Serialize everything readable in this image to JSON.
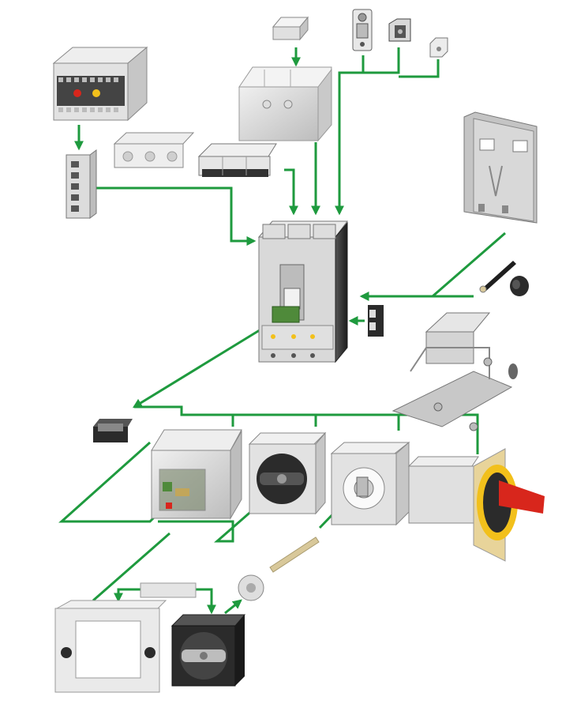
{
  "diagram": {
    "components": [
      {
        "name": "cover-plug",
        "label": ""
      },
      {
        "name": "terminal-lug",
        "label": ""
      },
      {
        "name": "box-terminal",
        "label": ""
      },
      {
        "name": "small-clip",
        "label": ""
      },
      {
        "name": "terminal-cover",
        "label": ""
      },
      {
        "name": "relay-module",
        "label": ""
      },
      {
        "name": "auxiliary-contact",
        "label": ""
      },
      {
        "name": "phase-barriers",
        "label": ""
      },
      {
        "name": "terminal-shrouds",
        "label": ""
      },
      {
        "name": "circuit-breaker",
        "label": ""
      },
      {
        "name": "mounting-plate",
        "label": ""
      },
      {
        "name": "shaft",
        "label": ""
      },
      {
        "name": "knob",
        "label": ""
      },
      {
        "name": "side-auxiliary",
        "label": ""
      },
      {
        "name": "plug-in-base",
        "label": ""
      },
      {
        "name": "padlock-device",
        "label": ""
      },
      {
        "name": "motor-operator",
        "label": ""
      },
      {
        "name": "rotary-handle-black",
        "label": ""
      },
      {
        "name": "rotary-handle-mechanism",
        "label": ""
      },
      {
        "name": "door-handle-red-yellow",
        "label": ""
      },
      {
        "name": "extension-rod",
        "label": ""
      },
      {
        "name": "door-frame",
        "label": ""
      },
      {
        "name": "label-strip",
        "label": ""
      },
      {
        "name": "coupling",
        "label": ""
      },
      {
        "name": "door-rotary-handle",
        "label": ""
      }
    ],
    "colors": {
      "connector": "#1e9a3e",
      "panel_light": "#e4e4e4",
      "panel_mid": "#c8c8c8",
      "panel_dark": "#8a8a8a",
      "handle_black": "#2b2b2b",
      "accent_red": "#d8261c",
      "accent_yellow": "#f2c01b",
      "accent_green": "#4f8a3a",
      "rod": "#d8c89a"
    }
  }
}
